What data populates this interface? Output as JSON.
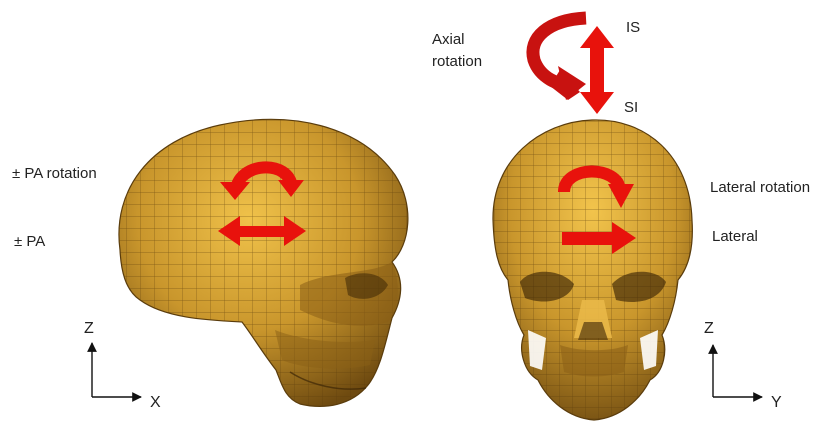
{
  "left_view": {
    "labels": {
      "pa_rotation": "± PA rotation",
      "pa": "± PA"
    },
    "axes": {
      "vertical": "Z",
      "horizontal": "X"
    }
  },
  "right_view": {
    "labels": {
      "axial_rotation_line1": "Axial",
      "axial_rotation_line2": "rotation",
      "is": "IS",
      "si": "SI",
      "lateral_rotation": "Lateral rotation",
      "lateral": "Lateral"
    },
    "axes": {
      "vertical": "Z",
      "horizontal": "Y"
    }
  },
  "colors": {
    "skull": "#c9962c",
    "skull_dark": "#8a5f15",
    "mesh": "#5a3c0c",
    "arrow": "#e8120c"
  }
}
